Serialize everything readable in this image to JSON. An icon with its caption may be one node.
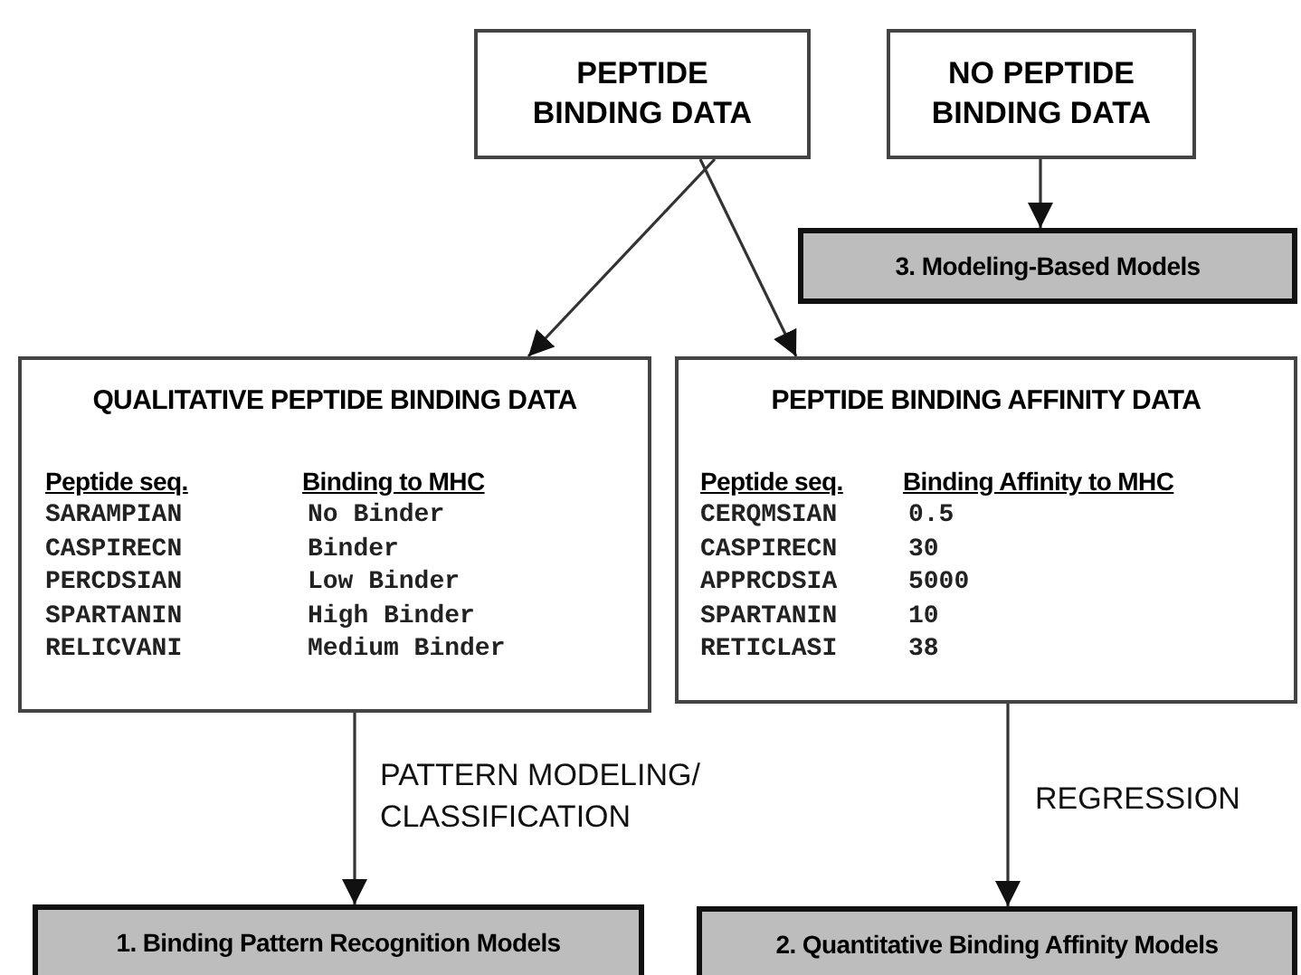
{
  "diagram": {
    "nodes": [
      {
        "text": [
          "PEPTIDE BINDING DATA"
        ]
      },
      {
        "text": [
          "NO PEPTIDE BINDING DATA"
        ]
      },
      {
        "text": [
          "3. Modeling-Based Models"
        ]
      },
      {
        "text": [
          "QUALITATIVE PEPTIDE BINDING DATA",
          "Peptide seq.",
          "Binding to MHC",
          "SARAMPIAN",
          "No Binder",
          "CASPIRECN",
          "Binder",
          "PERCDSIAN",
          "Low Binder",
          "SPARTANIN",
          "High Binder",
          "RELICVANI",
          "Medium Binder"
        ]
      },
      {
        "text": [
          "PEPTIDE BINDING AFFINITY DATA",
          "Peptide seq.",
          "Binding Affinity to MHC",
          "CERQMSIAN",
          "0.5",
          "CASPIRECN",
          "30",
          "APPRCDSIA",
          "5000",
          "SPARTANIN",
          "10",
          "RETICLASI",
          "38"
        ]
      },
      {
        "text": [
          "1. Binding Pattern Recognition Models"
        ]
      },
      {
        "text": [
          "2. Quantitative Binding Affinity Models"
        ]
      }
    ],
    "edges": [
      {
        "from": 0,
        "to": 3,
        "arrow": "to"
      },
      {
        "from": 0,
        "to": 4,
        "arrow": "to"
      },
      {
        "from": 1,
        "to": 2,
        "arrow": "to"
      },
      {
        "from": 3,
        "to": 5,
        "arrow": "to",
        "label": "PATTERN MODELING/ CLASSIFICATION"
      },
      {
        "from": 4,
        "to": 6,
        "arrow": "to",
        "label": "REGRESSION"
      }
    ]
  }
}
